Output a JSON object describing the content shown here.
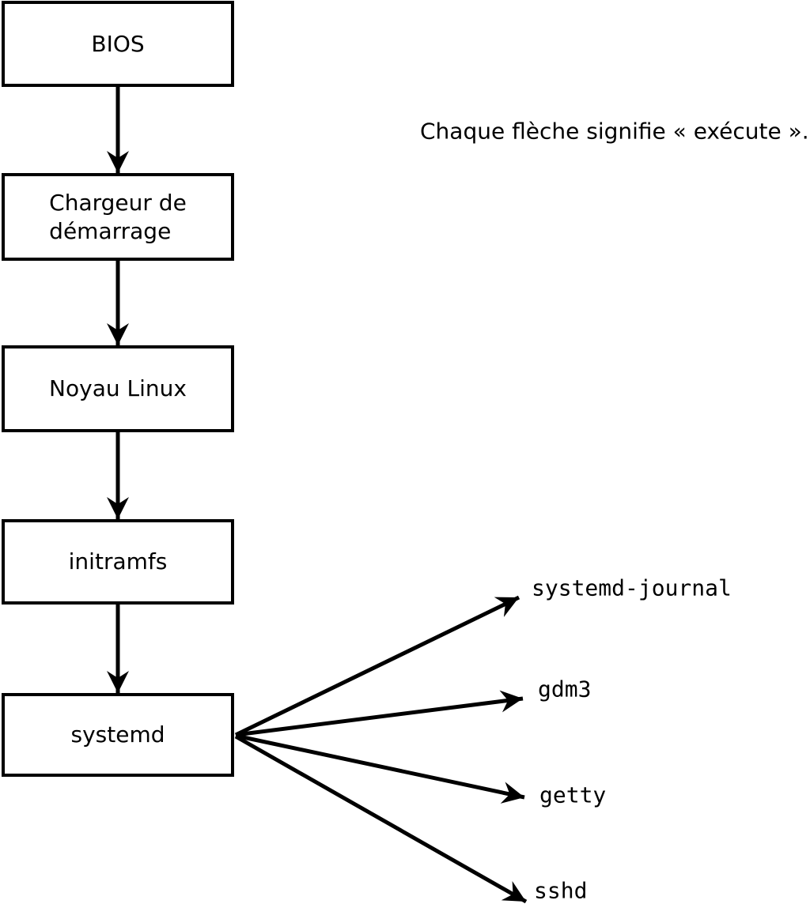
{
  "caption": {
    "text": "Chaque flèche signifie « exécute »."
  },
  "boxes": [
    {
      "id": "bios",
      "label": "BIOS"
    },
    {
      "id": "bootloader",
      "label": "Chargeur de\ndémarrage"
    },
    {
      "id": "kernel",
      "label": "Noyau Linux"
    },
    {
      "id": "initramfs",
      "label": "initramfs"
    },
    {
      "id": "systemd",
      "label": "systemd"
    }
  ],
  "processes": [
    {
      "id": "systemd-journal",
      "label": "systemd-journal"
    },
    {
      "id": "gdm3",
      "label": "gdm3"
    },
    {
      "id": "getty",
      "label": "getty"
    },
    {
      "id": "sshd",
      "label": "sshd"
    }
  ],
  "colors": {
    "line": "#000000",
    "text": "#000000",
    "background": "#ffffff"
  }
}
